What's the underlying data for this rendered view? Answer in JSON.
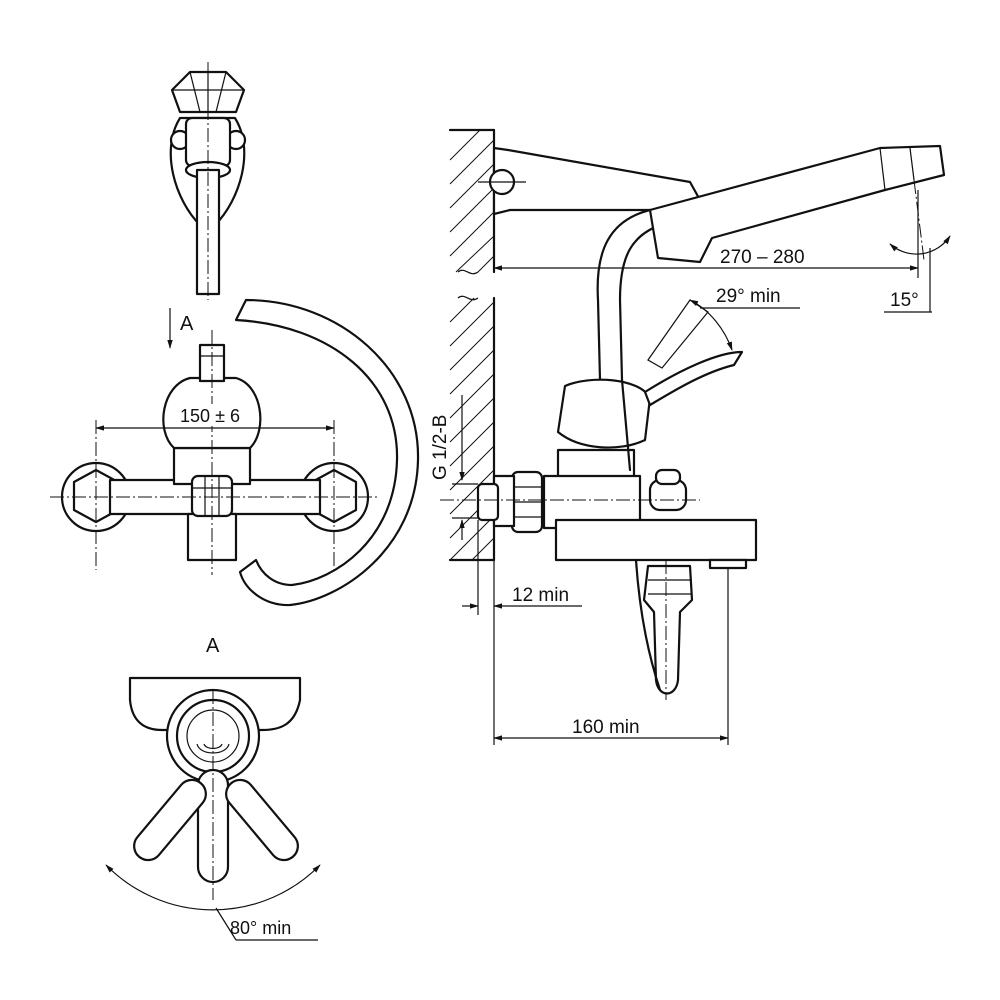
{
  "view_label": "A",
  "dimensions": {
    "spout_reach": "270 – 280",
    "lever_angle": "29° min",
    "spout_tilt": "15°",
    "thread": "G 1/2-B",
    "centers": "150 ± 6",
    "wall_clearance": "12 min",
    "projection": "160 min",
    "swing_angle": "80° min"
  },
  "colors": {
    "line": "#111111",
    "background": "#ffffff"
  }
}
